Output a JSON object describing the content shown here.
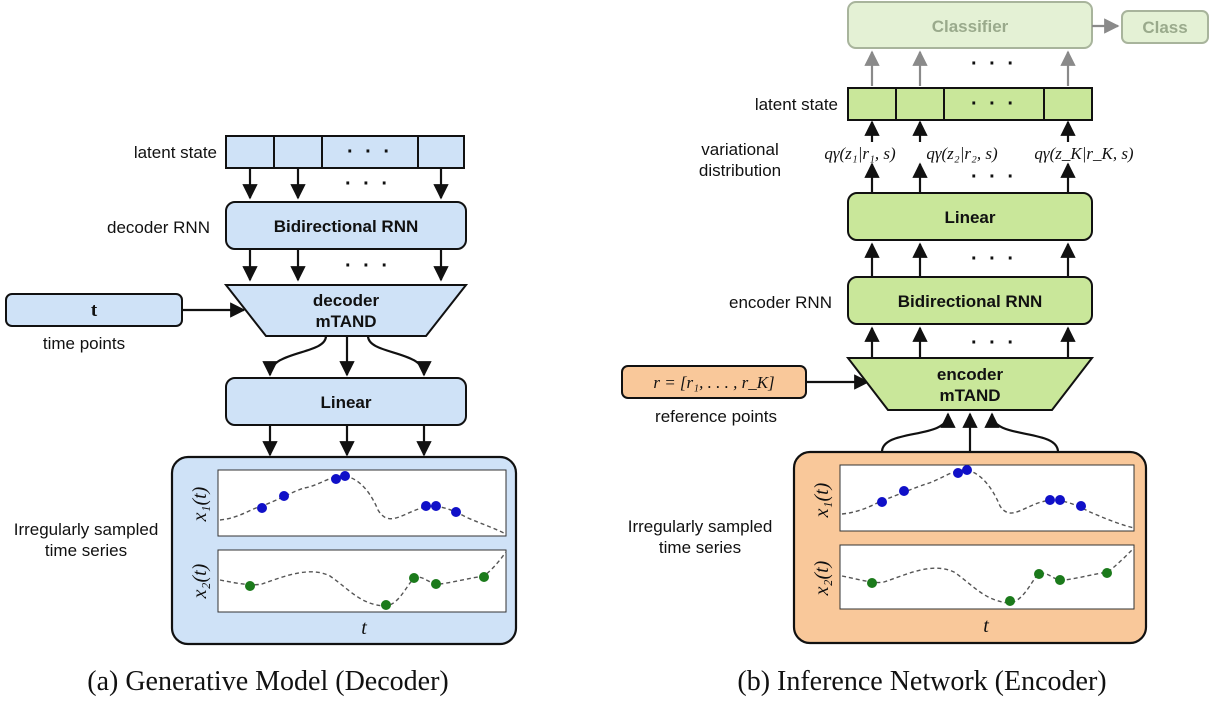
{
  "colors": {
    "decoder_fill": "#cfe2f7",
    "encoder_fill": "#c9e79a",
    "reference_fill": "#f9c89a",
    "classifier_fill": "#e4f1d5",
    "series1_point": "#1010c8",
    "series2_point": "#1b7a1b"
  },
  "left": {
    "latent_state_label": "latent state",
    "latent_dots": "· · ·",
    "decoder_rnn_label": "decoder RNN",
    "bidirectional_rnn": "Bidirectional RNN",
    "arrow_dots": "· · ·",
    "time_input": "t",
    "time_points_label": "time points",
    "mtand_line1": "decoder",
    "mtand_line2": "mTAND",
    "linear": "Linear",
    "series_label_line1": "Irregularly sampled",
    "series_label_line2": "time series",
    "x1_label": "x₁(t)",
    "x2_label": "x₂(t)",
    "t_axis": "t",
    "caption": "(a) Generative Model (Decoder)"
  },
  "right": {
    "classifier": "Classifier",
    "class": "Class",
    "classifier_dots": "· · ·",
    "latent_state_label": "latent state",
    "latent_dots": "· · ·",
    "variational_line1": "variational",
    "variational_line2": "distribution",
    "q1": "qγ(z₁|r₁, s)",
    "q2": "qγ(z₂|r₂, s)",
    "qK": "qγ(z_K|r_K, s)",
    "linear": "Linear",
    "encoder_rnn_label": "encoder RNN",
    "bidirectional_rnn": "Bidirectional RNN",
    "dots_a": "· · ·",
    "dots_b": "· · ·",
    "dots_c": "· · ·",
    "reference_formula": "r = [r₁, . . . , r_K]",
    "reference_points_label": "reference points",
    "mtand_line1": "encoder",
    "mtand_line2": "mTAND",
    "series_label_line1": "Irregularly sampled",
    "series_label_line2": "time series",
    "x1_label": "x₁(t)",
    "x2_label": "x₂(t)",
    "t_axis": "t",
    "caption": "(b) Inference Network (Encoder)"
  }
}
